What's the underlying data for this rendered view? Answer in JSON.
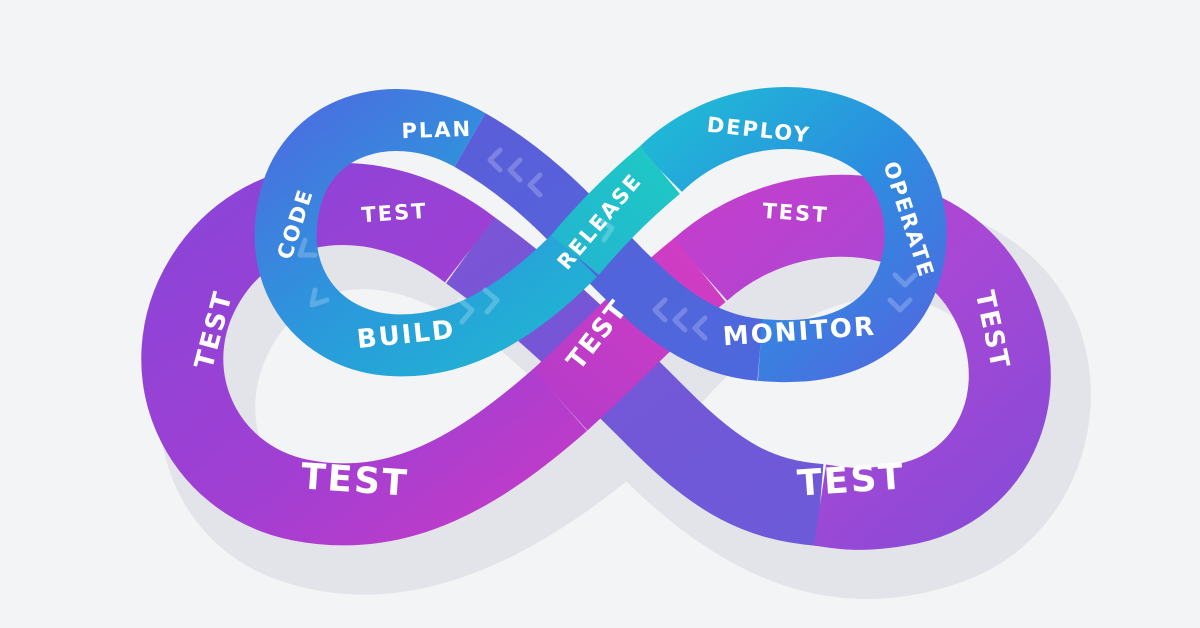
{
  "diagram": {
    "outer_loop": {
      "labels": [
        "TEST",
        "TEST",
        "TEST",
        "TEST",
        "TEST",
        "TEST",
        "TEST"
      ],
      "colors": {
        "magenta": "#cc33c4",
        "purple": "#8a3fd6",
        "violet": "#7560d8",
        "shadow": "#dfe0e6"
      }
    },
    "inner_loop": {
      "stages": [
        "PLAN",
        "CODE",
        "BUILD",
        "RELEASE",
        "DEPLOY",
        "OPERATE",
        "MONITOR"
      ],
      "colors": {
        "cyan": "#1fb8d6",
        "teal": "#20c8c8",
        "blue": "#3a7fe0",
        "indigo": "#5b63dd"
      }
    },
    "background": "#f3f4f6"
  }
}
